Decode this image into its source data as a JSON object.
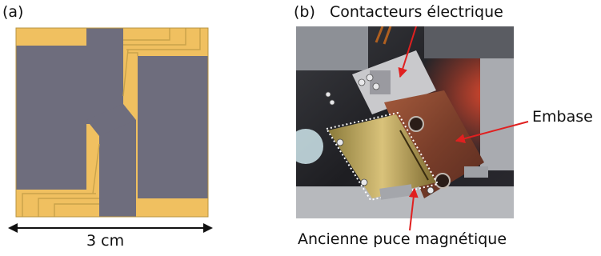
{
  "figure": {
    "panel_a": {
      "label": "(a)",
      "scale_text": "3 cm"
    },
    "panel_b": {
      "label": "(b)",
      "annotations": {
        "contacts": "Contacteurs électrique",
        "base": "Embase",
        "chip": "Ancienne puce magnétique"
      }
    }
  },
  "colors": {
    "gold": "#f0c060",
    "chip_gray": "#6e6d7d",
    "arrow_red": "#e02020",
    "copper": "#8a4a32"
  }
}
